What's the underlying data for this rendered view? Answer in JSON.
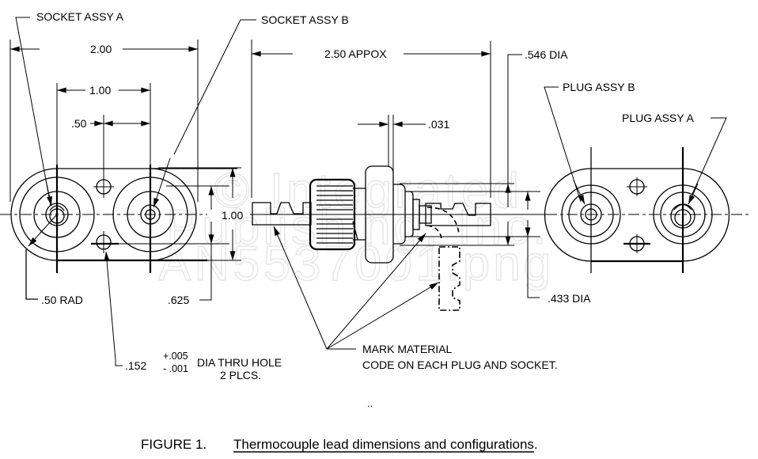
{
  "figure": {
    "number_label": "FIGURE 1.",
    "title": "Thermocouple lead dimensions and configurations",
    "title_end": "."
  },
  "callouts": {
    "socket_a": "SOCKET ASSY  A",
    "socket_b": "SOCKET ASSY  B",
    "plug_b": "PLUG ASSY B",
    "plug_a": "PLUG ASSY A",
    "mark_line1": "MARK MATERIAL",
    "mark_line2": "CODE ON EACH PLUG AND SOCKET."
  },
  "dimensions": {
    "overall_width": "2.00",
    "pin_spacing": "1.00",
    "half_spacing": ".50",
    "height": "1.00",
    "rad": ".50 RAD",
    "inner_height": ".625",
    "length": "2.50 APPOX",
    "gap": ".031",
    "outer_dia": ".546 DIA",
    "inner_dia": ".433 DIA",
    "hole_base": ".152",
    "hole_tol_plus": "+.005",
    "hole_tol_minus": "- .001",
    "hole_desc": "DIA THRU HOLE",
    "hole_count": "2 PLCS."
  },
  "watermark": {
    "line1": "© Integrated",
    "line2": "Publishing, Inc.",
    "line3": "AN5537001.png"
  },
  "stray_mark": ".."
}
